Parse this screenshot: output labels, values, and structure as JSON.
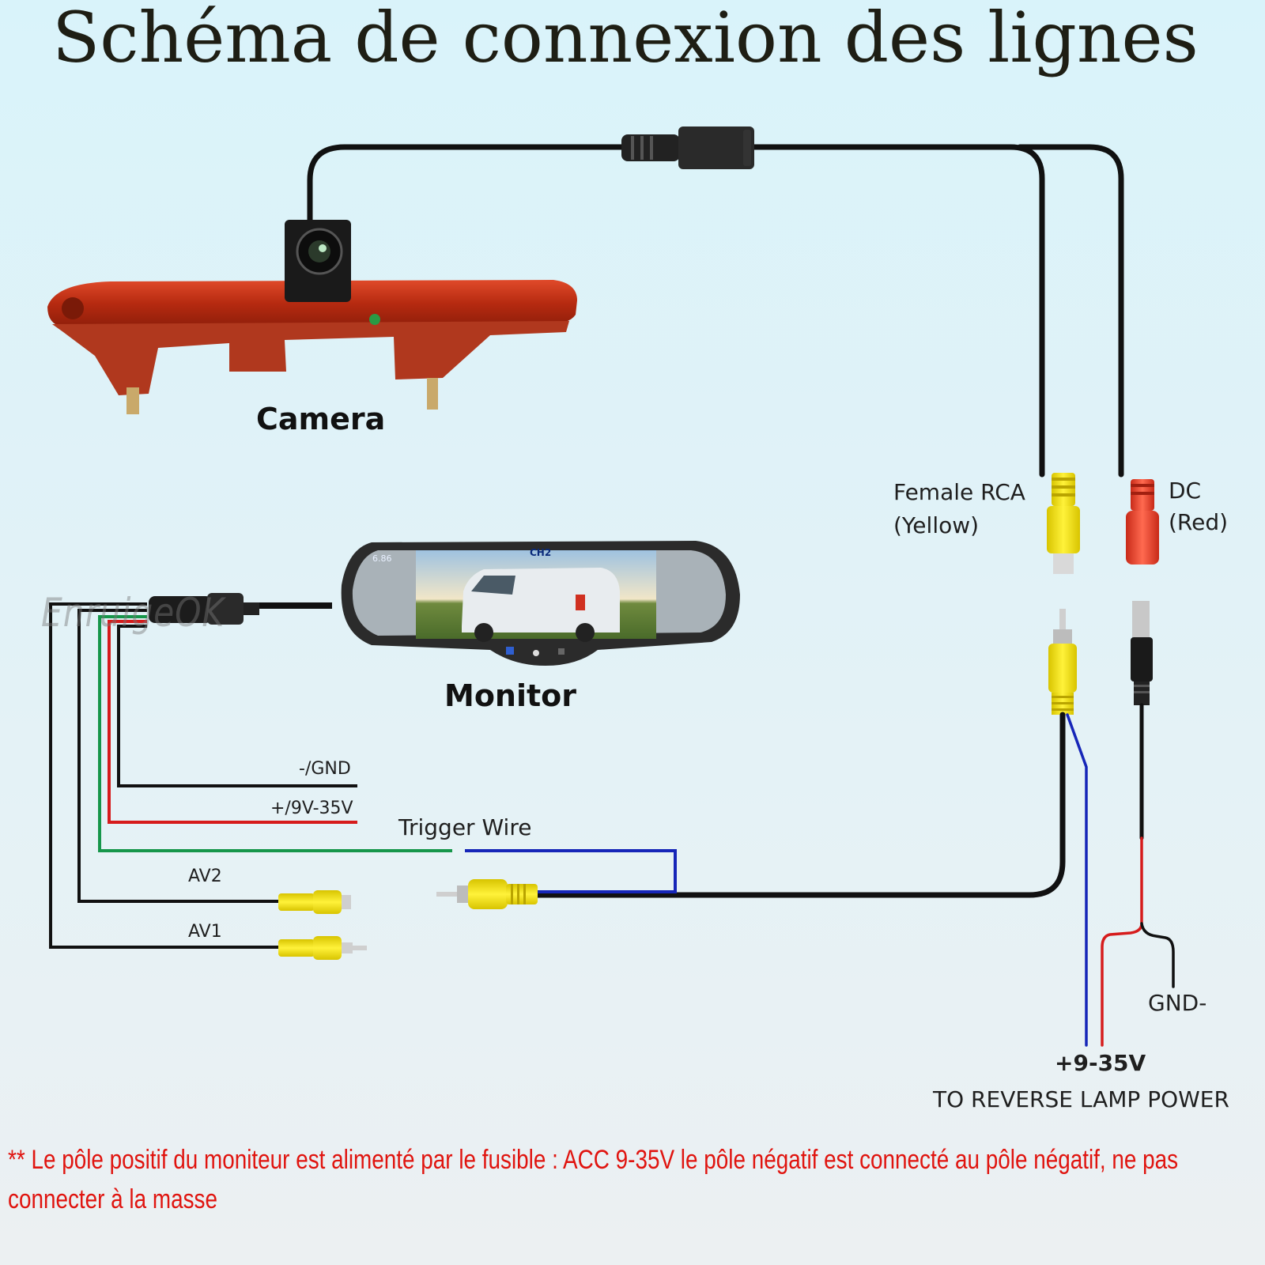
{
  "title": "Schéma de connexion des lignes",
  "labels": {
    "camera": "Camera",
    "monitor": "Monitor",
    "female_rca_line1": "Female RCA",
    "female_rca_line2": "(Yellow)",
    "dc_line1": "DC",
    "dc_line2": "(Red)",
    "gnd": "-/GND",
    "power": "+/9V-35V",
    "trigger": "Trigger Wire",
    "av2": "AV2",
    "av1": "AV1",
    "gnd_minus": "GND-",
    "plus_9_35v": "+9-35V",
    "reverse_lamp": "TO REVERSE LAMP POWER",
    "screen_channel": "CH2",
    "screen_size": "6.86"
  },
  "watermark": "EnruigeOK",
  "note": "** Le pôle positif du moniteur est alimenté par le fusible : ACC 9-35V le pôle négatif est connecté au pôle négatif, ne pas connecter à la masse",
  "colors": {
    "wire_black": "#111111",
    "wire_red": "#d61c1c",
    "wire_green": "#16964a",
    "wire_blue": "#1626b8",
    "rca_yellow": "#f3e21a",
    "dc_red": "#e8422e",
    "lamp_red": "#b8280f",
    "note_red": "#e0140f"
  }
}
